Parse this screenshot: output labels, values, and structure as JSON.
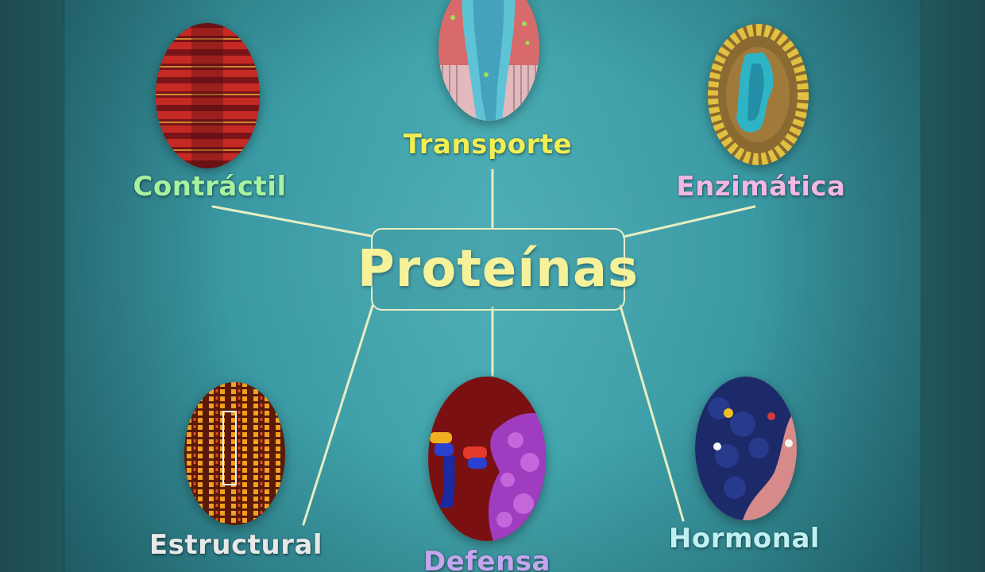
{
  "center": {
    "title": "Proteínas",
    "color": "#f6f29a"
  },
  "nodes": {
    "contractil": {
      "label": "Contráctil",
      "color": "#a6f2a0"
    },
    "transporte": {
      "label": "Transporte",
      "color": "#f1ee53"
    },
    "enzimatica": {
      "label": "Enzimática",
      "color": "#f1b8e4"
    },
    "estructural": {
      "label": "Estructural",
      "color": "#e8e8e8"
    },
    "defensa": {
      "label": "Defensa",
      "color": "#c4a6f0"
    },
    "hormonal": {
      "label": "Hormonal",
      "color": "#bff0f2"
    }
  },
  "line_color": "#e9edc2"
}
